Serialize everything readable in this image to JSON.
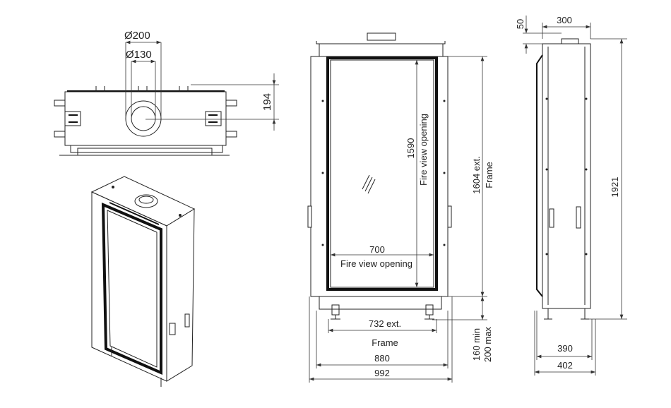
{
  "top_view": {
    "outer_diameter": "Ø200",
    "inner_diameter": "Ø130",
    "flue_height": "194"
  },
  "front_view": {
    "opening_height": "1590",
    "opening_height_label": "Fire view opening",
    "opening_width": "700",
    "opening_width_label": "Fire view opening",
    "frame_height": "1604 ext.",
    "frame_height_label": "Frame",
    "legs_min": "160 min",
    "legs_max": "200 max",
    "frame_width": "732 ext.",
    "frame_width_label": "Frame",
    "inner_width": "880",
    "outer_width": "992"
  },
  "side_view": {
    "top_offset": "50",
    "flue_depth": "300",
    "total_height": "1921",
    "depth_inner": "390",
    "depth_outer": "402"
  }
}
